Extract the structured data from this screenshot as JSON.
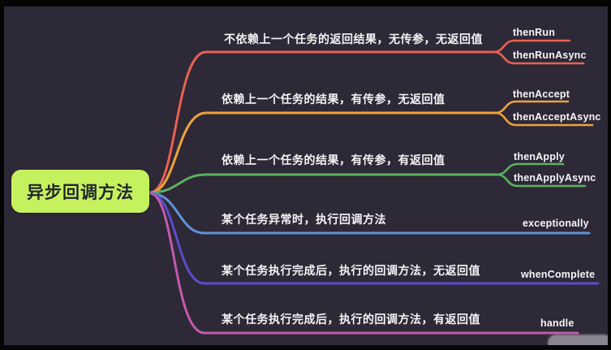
{
  "canvas": {
    "background": "#2e2936",
    "frame_color": "#050505",
    "text_color": "#f3f3f5"
  },
  "root": {
    "label": "异步回调方法",
    "bg_color": "#c6f15f",
    "text_color": "#23272b"
  },
  "branches": [
    {
      "description": "不依赖上一个任务的返回结果，无传参，无返回值",
      "color": "#e96155",
      "methods": {
        "0": "thenRun",
        "1": "thenRunAsync"
      }
    },
    {
      "description": "依赖上一个任务的结果，有传参，无返回值",
      "color": "#efa23a",
      "methods": {
        "0": "thenAccept",
        "1": "thenAcceptAsync"
      }
    },
    {
      "description": "依赖上一个任务的结果，有传参，有返回值",
      "color": "#5cb25f",
      "methods": {
        "0": "thenApply",
        "1": "thenApplyAsync"
      }
    },
    {
      "description": "某个任务异常时，执行回调方法",
      "color": "#6092d8",
      "methods": {
        "0": "exceptionally"
      }
    },
    {
      "description": "某个任务执行完成后，执行的回调方法，无返回值",
      "color": "#5a4dc9",
      "methods": {
        "0": "whenComplete"
      }
    },
    {
      "description": "某个任务执行完成后，执行的回调方法，有返回值",
      "color": "#c259b0",
      "methods": {
        "0": "handle"
      }
    }
  ]
}
